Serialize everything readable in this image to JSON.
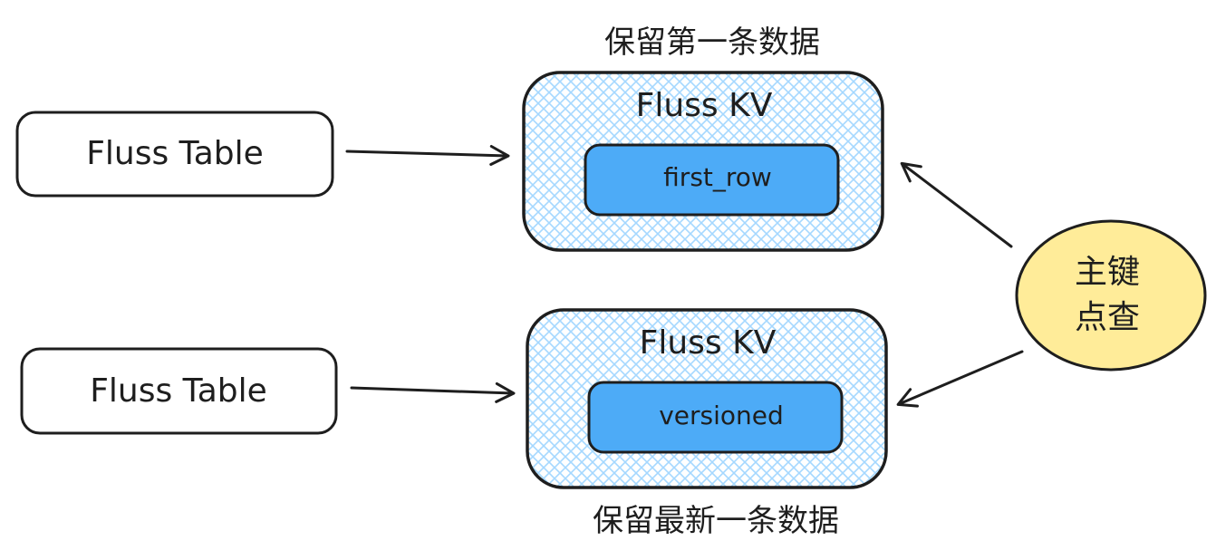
{
  "diagram": {
    "top": {
      "source_label": "Fluss Table",
      "store_title": "Fluss KV",
      "mode_label": "first_row",
      "caption": "保留第一条数据"
    },
    "bottom": {
      "source_label": "Fluss Table",
      "store_title": "Fluss KV",
      "mode_label": "versioned",
      "caption": "保留最新一条数据"
    },
    "lookup": {
      "line1": "主键",
      "line2": "点查"
    }
  },
  "colors": {
    "stroke": "#1e1e1e",
    "hatch": "#a5d8ff",
    "mode_fill": "#4dabf7",
    "lookup_fill": "#ffec99",
    "source_fill": "#ffffff"
  }
}
